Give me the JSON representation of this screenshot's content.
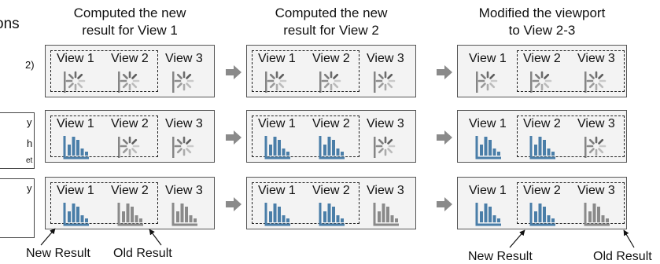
{
  "left_fragment": {
    "title_part": "ons",
    "sub_part": "2)",
    "line1": "y",
    "line2": "h",
    "line3": "et",
    "line4": "y"
  },
  "columns": [
    {
      "title_line1": "Computed the new",
      "title_line2": "result for View 1"
    },
    {
      "title_line1": "Computed the new",
      "title_line2": "result for View 2"
    },
    {
      "title_line1": "Modified the viewport",
      "title_line2": "to View 2-3"
    }
  ],
  "view_labels": [
    "View 1",
    "View 2",
    "View 3"
  ],
  "rows": [
    [
      [
        "spinner",
        "spinner",
        "spinner"
      ],
      [
        "spinner",
        "spinner",
        "spinner"
      ],
      [
        "spinner",
        "spinner",
        "spinner"
      ]
    ],
    [
      [
        "bar-new",
        "spinner",
        "spinner"
      ],
      [
        "bar-new",
        "bar-new",
        "spinner"
      ],
      [
        "bar-new",
        "bar-new",
        "spinner"
      ]
    ],
    [
      [
        "bar-new",
        "bar-old",
        "bar-old"
      ],
      [
        "bar-new",
        "bar-new",
        "bar-old"
      ],
      [
        "bar-new",
        "bar-new",
        "bar-old"
      ]
    ]
  ],
  "viewport": [
    [
      1,
      2
    ],
    [
      1,
      2
    ],
    [
      2,
      3
    ]
  ],
  "footer": {
    "left_new": "New Result",
    "left_old": "Old Result",
    "right_new": "New Result",
    "right_old": "Old Result"
  },
  "colors": {
    "bar_new": "#4a7ea8",
    "bar_old": "#8a8a8a",
    "spinner": "#555555",
    "panel_bg": "#f3f3f3"
  },
  "icons": {
    "arrow": "right-arrow-icon",
    "spinner": "loading-spinner-icon",
    "bar": "bar-chart-icon"
  }
}
